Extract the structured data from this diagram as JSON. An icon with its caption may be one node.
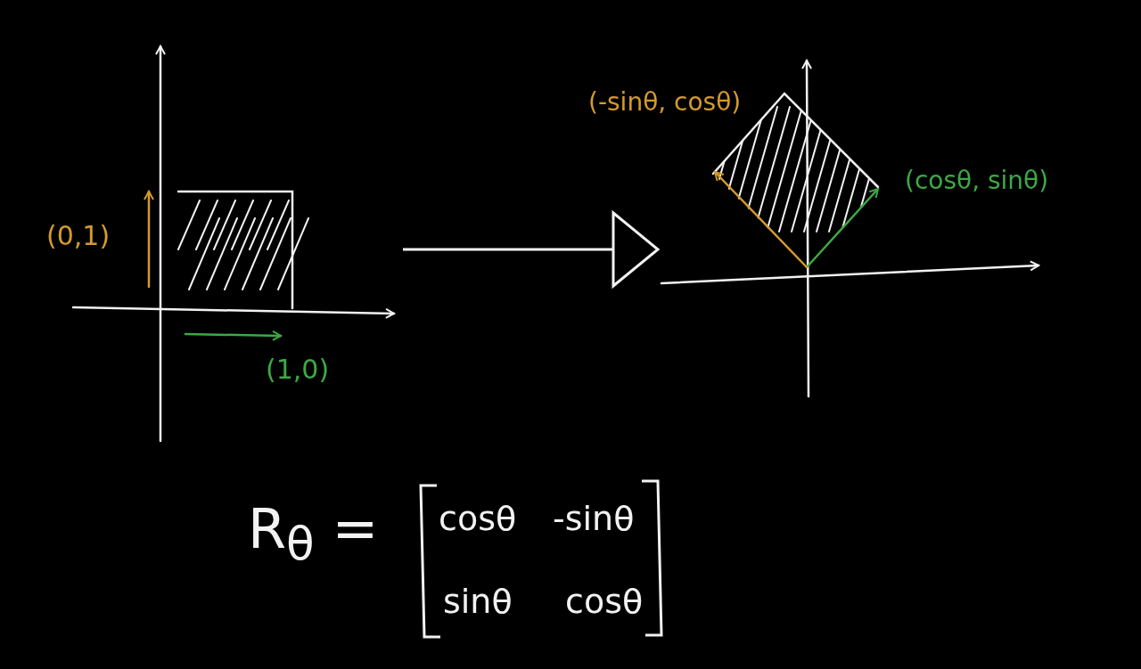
{
  "diagram": {
    "nodes": [
      {
        "text": [],
        "shape": "picture"
      },
      {
        "text": [],
        "shape": "picture"
      }
    ],
    "edges": [
      {
        "from": 0,
        "to": 1,
        "arrow": "to"
      }
    ],
    "labels": [
      "(-sinθ, cosθ)",
      "(cosθ, sinθ)",
      "(0,1)",
      "(1,0)",
      "R$_{θ}$ =",
      "cosθ",
      "-sinθ",
      "sinθ",
      "cosθ"
    ]
  }
}
